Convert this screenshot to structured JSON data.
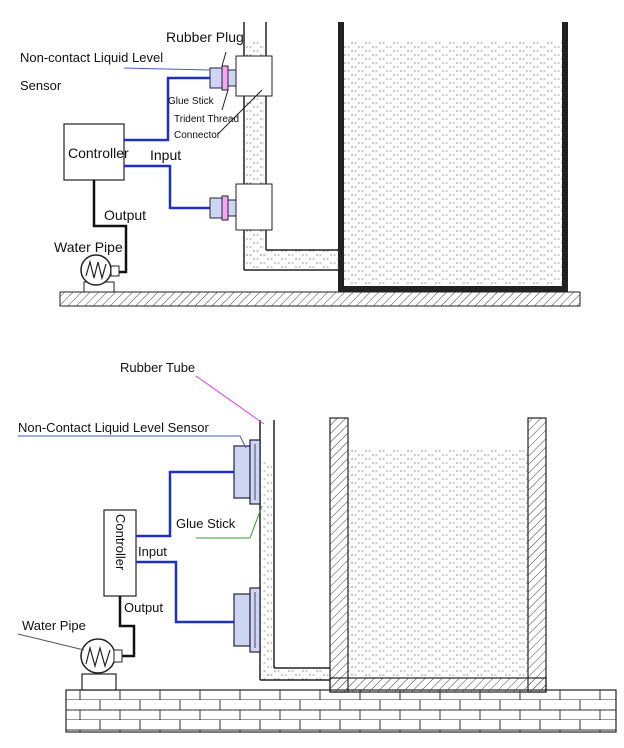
{
  "top_diagram": {
    "labels": {
      "rubber_plug": "Rubber Plug",
      "sensor_line1": "Non-contact Liquid Level",
      "sensor_line2": "Sensor",
      "glue_stick": "Glue Stick",
      "trident_thread": "Trident Thread",
      "connector": "Connector",
      "controller": "Controller",
      "input": "Input",
      "output": "Output",
      "water_pipe": "Water Pipe"
    }
  },
  "bottom_diagram": {
    "labels": {
      "rubber_tube": "Rubber Tube",
      "sensor": "Non-Contact Liquid Level Sensor",
      "glue_stick": "Glue Stick",
      "controller": "Controller",
      "input": "Input",
      "output": "Output",
      "water_pipe": "Water Pipe"
    }
  },
  "colors": {
    "sensor_wire": "#1f2fbf",
    "rubber_callout": "#e040e0",
    "glue_callout": "#2fa02f",
    "sensor_fill": "#cfd6f5",
    "plug_fill": "#f4a6f0",
    "line": "#222222"
  }
}
